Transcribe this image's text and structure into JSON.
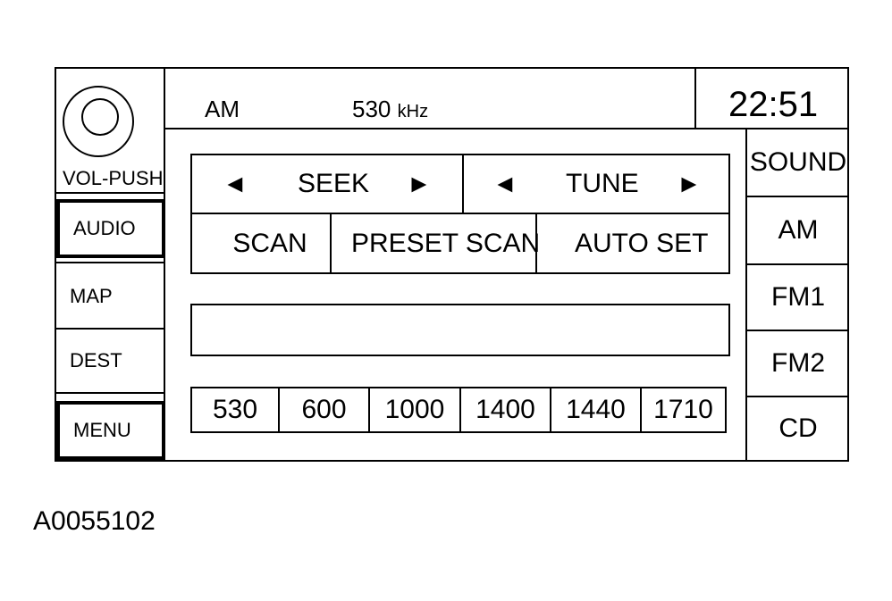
{
  "left_panel": {
    "vol_label": "VOL-PUSH",
    "buttons": [
      {
        "label": "AUDIO"
      },
      {
        "label": "MAP"
      },
      {
        "label": "DEST"
      },
      {
        "label": "MENU"
      }
    ]
  },
  "status_bar": {
    "band": "AM",
    "frequency": "530",
    "frequency_unit": "kHz",
    "clock": "22:51"
  },
  "controls": {
    "seek_left": "◄",
    "seek_label": "SEEK",
    "seek_right": "►",
    "tune_left": "◄",
    "tune_label": "TUNE",
    "tune_right": "►",
    "scan": "SCAN",
    "preset_scan": "PRESET SCAN",
    "auto_set": "AUTO SET"
  },
  "presets": [
    "530",
    "600",
    "1000",
    "1400",
    "1440",
    "1710"
  ],
  "right_panel": {
    "buttons": [
      {
        "label": "SOUND"
      },
      {
        "label": "AM"
      },
      {
        "label": "FM1"
      },
      {
        "label": "FM2"
      },
      {
        "label": "CD"
      }
    ]
  },
  "caption": "A0055102"
}
